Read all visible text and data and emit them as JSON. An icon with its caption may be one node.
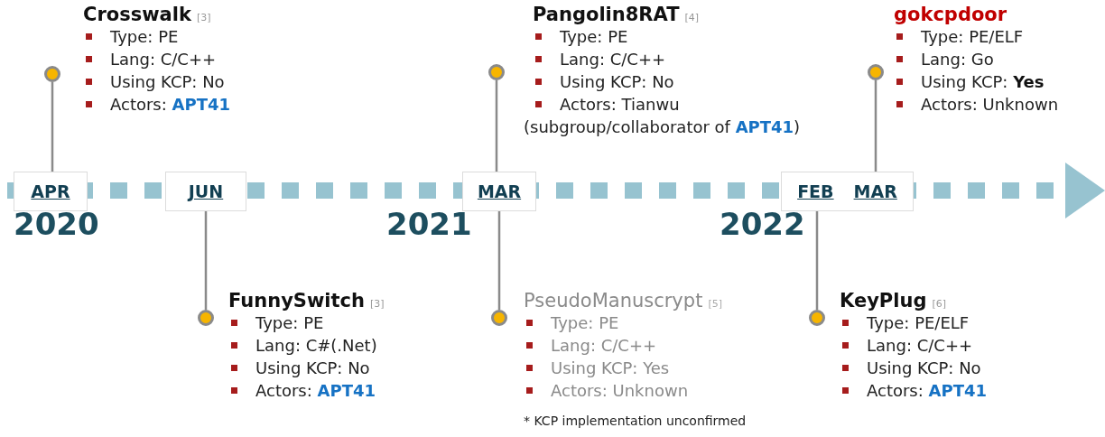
{
  "diagram": {
    "nodes": [
      {
        "text": [],
        "shape": "circle",
        "beside": [
          "Crosswalk",
          "[3]",
          "Type: PE",
          "Lang: C/C++",
          "Using KCP: No",
          "Actors: **APT41**"
        ]
      },
      {
        "text": [],
        "shape": "circle",
        "beside": [
          "Pangolin8RAT",
          "[4]",
          "Type: PE",
          "Lang: C/C++",
          "Using KCP: No",
          "Actors: Tianwu",
          "(subgroup/collaborator of **APT41**)"
        ]
      },
      {
        "text": [],
        "shape": "circle",
        "beside": [
          "gokcpdoor",
          "Type: PE/ELF",
          "Lang: Go",
          "Using KCP: **Yes**",
          "Actors: Unknown"
        ]
      },
      {
        "text": [
          "APR"
        ]
      },
      {
        "text": [
          "JUN"
        ]
      },
      {
        "text": [
          "MAR"
        ]
      },
      {
        "text": [
          "FEB",
          "MAR"
        ]
      },
      {
        "text": [],
        "shape": "circle",
        "beside": [
          "FunnySwitch",
          "[3]",
          "Type: PE",
          "Lang: C#(.Net)",
          "Using KCP: No",
          "Actors: **APT41**"
        ]
      },
      {
        "text": [],
        "shape": "circle",
        "beside": [
          "PseudoManuscrypt",
          "[5]",
          "Type: PE",
          "Lang: C/C++",
          "Using KCP: Yes",
          "Actors: Unknown"
        ]
      },
      {
        "text": [],
        "shape": "circle",
        "beside": [
          "KeyPlug",
          "[6]",
          "Type: PE/ELF",
          "Lang: C/C++",
          "Using KCP: No",
          "Actors: **APT41**"
        ]
      }
    ],
    "edges": [
      {
        "from": 0,
        "to": 3,
        "arrow": "none"
      },
      {
        "from": 1,
        "to": 5,
        "arrow": "none"
      },
      {
        "from": 2,
        "to": 6,
        "arrow": "none"
      },
      {
        "from": 7,
        "to": 4,
        "arrow": "none"
      },
      {
        "from": 8,
        "to": 5,
        "arrow": "none"
      },
      {
        "from": 9,
        "to": 6,
        "arrow": "none"
      }
    ],
    "labels": [
      "2020",
      "2021",
      "2022",
      "* KCP implementation unconfirmed"
    ]
  }
}
